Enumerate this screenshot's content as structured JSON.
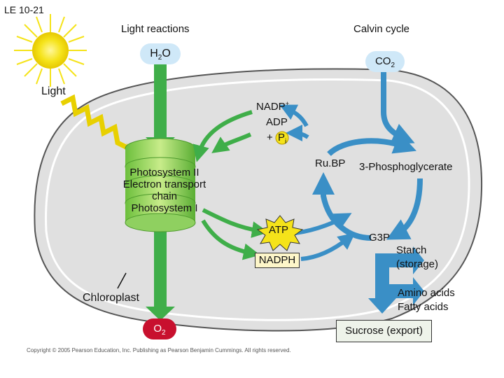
{
  "slide_label": "LE 10-21",
  "headings": {
    "light_reactions": "Light reactions",
    "calvin_cycle": "Calvin cycle"
  },
  "inputs": {
    "h2o": "H",
    "h2o_sub": "2",
    "h2o_tail": "O",
    "co2": "CO",
    "co2_sub": "2",
    "light": "Light"
  },
  "light_side": {
    "nadp": "NADP",
    "nadp_sup": "+",
    "adp": "ADP",
    "plus_pi": "+",
    "pi": "P",
    "pi_sub": "i",
    "photosystem_lines": [
      "Photosystem II",
      "Electron transport",
      "chain",
      "Photosystem I"
    ],
    "atp": "ATP",
    "nadph": "NADPH"
  },
  "calvin_side": {
    "rubp": "Ru.BP",
    "pga": "3-Phosphoglycerate",
    "g3p": "G3P",
    "starch": "Starch",
    "starch_note": "(storage)",
    "amino": "Amino acids",
    "fatty": "Fatty acids",
    "sucrose": "Sucrose (export)"
  },
  "outputs": {
    "o2": "O",
    "o2_sub": "2"
  },
  "organelle_label": "Chloroplast",
  "copyright": "Copyright © 2005 Pearson Education, Inc. Publishing as Pearson Benjamin Cummings. All rights reserved.",
  "colors": {
    "green_arrow": "#3fae49",
    "blue_arrow": "#3a8fc6",
    "sun": "#f5e31a",
    "chloroplast": "#e3e3e3",
    "o2_fill": "#c8102e"
  }
}
